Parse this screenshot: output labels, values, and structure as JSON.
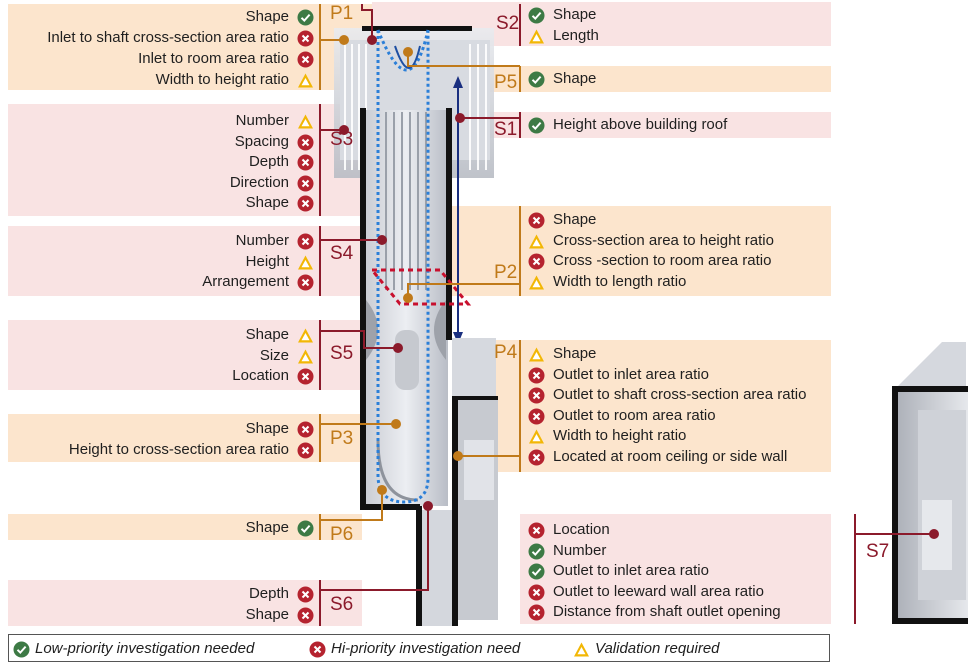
{
  "labels": {
    "P1": "P1",
    "S2": "S2",
    "P5": "P5",
    "S1": "S1",
    "S3": "S3",
    "S4": "S4",
    "P2": "P2",
    "S5": "S5",
    "P4": "P4",
    "P3": "P3",
    "P6": "P6",
    "S6": "S6",
    "S7": "S7"
  },
  "groups": {
    "P1": [
      {
        "text": "Shape",
        "icon": "check-icon"
      },
      {
        "text": "Inlet to shaft cross-section area ratio",
        "icon": "cross-icon"
      },
      {
        "text": "Inlet to room area ratio",
        "icon": "cross-icon"
      },
      {
        "text": "Width to height ratio",
        "icon": "warning-icon"
      }
    ],
    "S2": [
      {
        "text": "Shape",
        "icon": "check-icon"
      },
      {
        "text": "Length",
        "icon": "warning-icon"
      }
    ],
    "P5": [
      {
        "text": "Shape",
        "icon": "check-icon"
      }
    ],
    "S1": [
      {
        "text": "Height above building roof",
        "icon": "check-icon"
      }
    ],
    "S3": [
      {
        "text": "Number",
        "icon": "warning-icon"
      },
      {
        "text": "Spacing",
        "icon": "cross-icon"
      },
      {
        "text": "Depth",
        "icon": "cross-icon"
      },
      {
        "text": "Direction",
        "icon": "cross-icon"
      },
      {
        "text": "Shape",
        "icon": "cross-icon"
      }
    ],
    "S4": [
      {
        "text": "Number",
        "icon": "cross-icon"
      },
      {
        "text": "Height",
        "icon": "warning-icon"
      },
      {
        "text": "Arrangement",
        "icon": "cross-icon"
      }
    ],
    "P2": [
      {
        "text": "Shape",
        "icon": "cross-icon"
      },
      {
        "text": "Cross-section area to height ratio",
        "icon": "warning-icon"
      },
      {
        "text": "Cross -section to room area ratio",
        "icon": "cross-icon"
      },
      {
        "text": "Width to length ratio",
        "icon": "warning-icon"
      }
    ],
    "S5": [
      {
        "text": "Shape",
        "icon": "warning-icon"
      },
      {
        "text": "Size",
        "icon": "warning-icon"
      },
      {
        "text": "Location",
        "icon": "cross-icon"
      }
    ],
    "P4": [
      {
        "text": "Shape",
        "icon": "warning-icon"
      },
      {
        "text": "Outlet to inlet area ratio",
        "icon": "cross-icon"
      },
      {
        "text": "Outlet to shaft cross-section area ratio",
        "icon": "cross-icon"
      },
      {
        "text": "Outlet to room area ratio",
        "icon": "cross-icon"
      },
      {
        "text": "Width to height ratio",
        "icon": "warning-icon"
      },
      {
        "text": "Located at room ceiling or side wall",
        "icon": "cross-icon"
      }
    ],
    "P3": [
      {
        "text": "Shape",
        "icon": "cross-icon"
      },
      {
        "text": "Height to cross-section area ratio",
        "icon": "cross-icon"
      }
    ],
    "P6": [
      {
        "text": "Shape",
        "icon": "check-icon"
      }
    ],
    "S7": [
      {
        "text": "Location",
        "icon": "cross-icon"
      },
      {
        "text": "Number",
        "icon": "check-icon"
      },
      {
        "text": "Outlet to inlet area ratio",
        "icon": "check-icon"
      },
      {
        "text": "Outlet to leeward wall area ratio",
        "icon": "cross-icon"
      },
      {
        "text": "Distance from shaft outlet opening",
        "icon": "cross-icon"
      }
    ],
    "S6": [
      {
        "text": "Depth",
        "icon": "cross-icon"
      },
      {
        "text": "Shape",
        "icon": "cross-icon"
      }
    ]
  },
  "legend": [
    {
      "text": "Low-priority investigation needed",
      "icon": "check-icon"
    },
    {
      "text": "Hi-priority investigation need",
      "icon": "cross-icon"
    },
    {
      "text": "Validation required",
      "icon": "warning-icon"
    }
  ],
  "colors": {
    "check": "#3d7a45",
    "cross": "#b5232f",
    "warning": "#f2b705",
    "s_label": "#8b1a2b",
    "p_label": "#c07a1a",
    "peach_box": "#fce5cd",
    "pink_box": "#f9e3e3"
  }
}
